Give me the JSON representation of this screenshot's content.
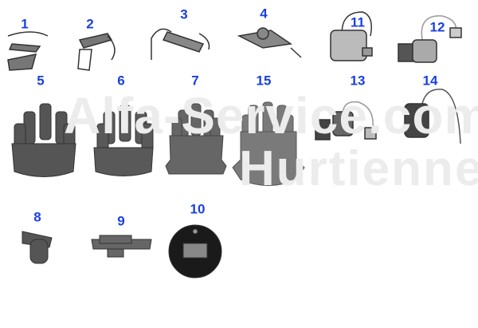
{
  "watermark": {
    "line1": "Alfa-Service.com",
    "line2": "Hurtienne"
  },
  "parts": [
    {
      "number": "1",
      "kind": "contact-breaker-points"
    },
    {
      "number": "2",
      "kind": "contact-breaker-points"
    },
    {
      "number": "3",
      "kind": "contact-breaker-points"
    },
    {
      "number": "4",
      "kind": "contact-breaker-points"
    },
    {
      "number": "11",
      "kind": "condenser"
    },
    {
      "number": "12",
      "kind": "condenser"
    },
    {
      "number": "5",
      "kind": "distributor-cap"
    },
    {
      "number": "6",
      "kind": "distributor-cap"
    },
    {
      "number": "7",
      "kind": "distributor-cap"
    },
    {
      "number": "15",
      "kind": "distributor-cap"
    },
    {
      "number": "13",
      "kind": "condenser"
    },
    {
      "number": "14",
      "kind": "condenser"
    },
    {
      "number": "8",
      "kind": "rotor"
    },
    {
      "number": "9",
      "kind": "rotor"
    },
    {
      "number": "10",
      "kind": "rotor-disc"
    }
  ],
  "colors": {
    "label": "#1a3fe0",
    "part": "#6a6a6a"
  }
}
